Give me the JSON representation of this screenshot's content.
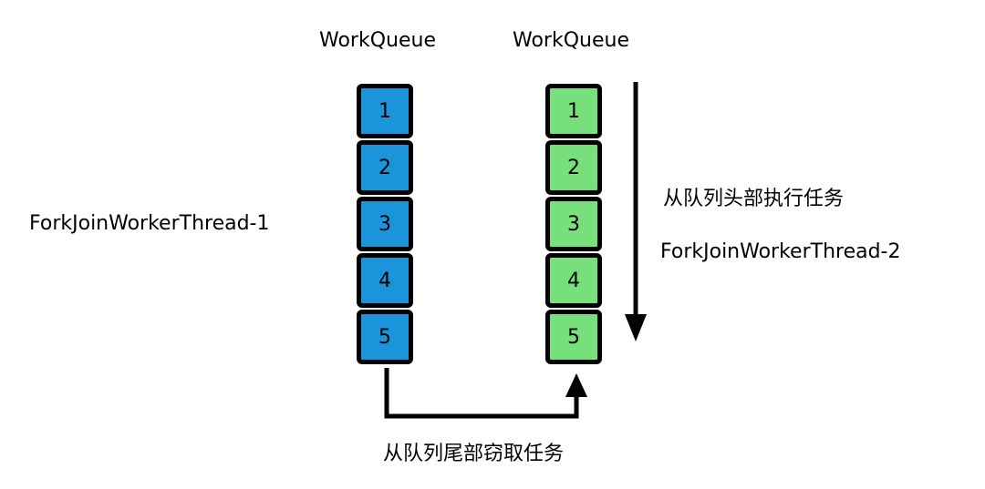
{
  "queues": [
    {
      "title": "WorkQueue",
      "thread": "ForkJoinWorkerThread-1",
      "color": "#1a95dc",
      "tasks": [
        "1",
        "2",
        "3",
        "4",
        "5"
      ]
    },
    {
      "title": "WorkQueue",
      "thread": "ForkJoinWorkerThread-2",
      "color": "#77e07a",
      "tasks": [
        "1",
        "2",
        "3",
        "4",
        "5"
      ]
    }
  ],
  "annotations": {
    "head_execute": "从队列头部执行任务",
    "tail_steal": "从队列尾部窃取任务"
  }
}
